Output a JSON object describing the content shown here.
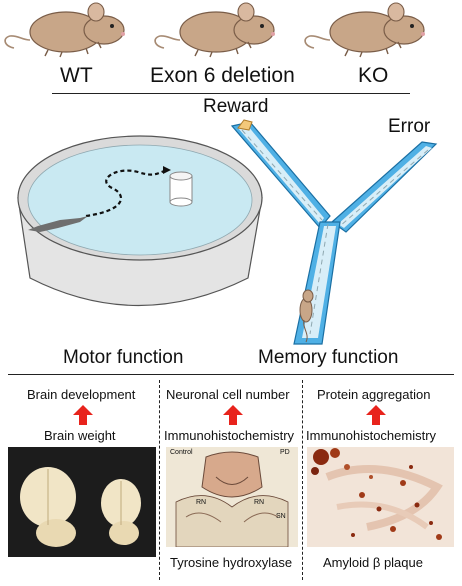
{
  "genotypes": [
    "WT",
    "Exon 6 deletion",
    "KO"
  ],
  "maze": {
    "reward_label": "Reward",
    "error_label": "Error"
  },
  "sections": {
    "motor": "Motor function",
    "memory": "Memory function"
  },
  "panels": [
    {
      "title": "Brain development",
      "method": "Brain weight",
      "caption": ""
    },
    {
      "title": "Neuronal cell number",
      "method": "Immunohistochemistry",
      "caption": "Tyrosine hydroxylase",
      "micro_labels": [
        "Control",
        "PD",
        "RN",
        "RN",
        "SN"
      ]
    },
    {
      "title": "Protein aggregation",
      "method": "Immunohistochemistry",
      "caption": "Amyloid β plaque"
    }
  ],
  "colors": {
    "arrow_red": "#e8231c",
    "water": "#c9e9f2",
    "maze_blue": "#2c9ad6",
    "mouse_brown": "#c8a688"
  }
}
